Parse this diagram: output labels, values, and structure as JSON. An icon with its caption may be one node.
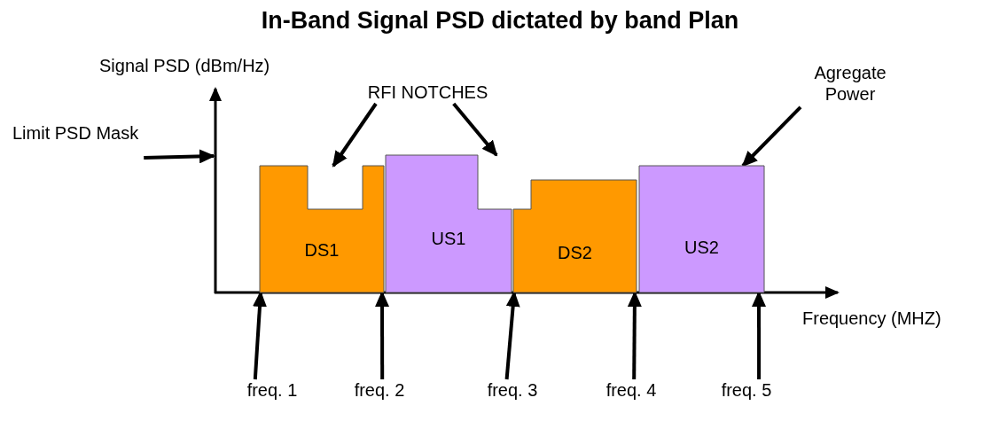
{
  "diagram": {
    "title": "In-Band Signal PSD dictated by band Plan",
    "nodes": [
      {
        "text": [
          "Agregate Power"
        ]
      },
      {
        "text": [
          "RFI NOTCHES"
        ]
      },
      {
        "text": [
          "Limit PSD Mask"
        ]
      },
      {
        "text": [
          "DS1"
        ]
      },
      {
        "text": [
          "US1"
        ]
      },
      {
        "text": [
          "DS2"
        ]
      },
      {
        "text": [
          "US2"
        ]
      },
      {
        "text": [
          "freq. 1"
        ]
      },
      {
        "text": [
          "freq. 2"
        ]
      },
      {
        "text": [
          "freq. 3"
        ]
      },
      {
        "text": [
          "freq. 4"
        ]
      },
      {
        "text": [
          "freq. 5"
        ]
      }
    ],
    "edges": [
      {
        "from": 0,
        "to": 6,
        "arrow": "to"
      },
      {
        "from": 1,
        "to": 3,
        "arrow": "to"
      },
      {
        "from": 1,
        "to": 4,
        "arrow": "to"
      },
      {
        "from": 2,
        "to": null,
        "arrow": "to"
      },
      {
        "from": 7,
        "to": 3,
        "arrow": "to"
      },
      {
        "from": 8,
        "to": 3,
        "arrow": "to"
      },
      {
        "from": 9,
        "to": 5,
        "arrow": "to"
      },
      {
        "from": 10,
        "to": 5,
        "arrow": "to"
      },
      {
        "from": 11,
        "to": 6,
        "arrow": "to"
      }
    ],
    "labels": [
      "Signal PSD (dBm/Hz)",
      "Frequency (MHZ)"
    ]
  }
}
